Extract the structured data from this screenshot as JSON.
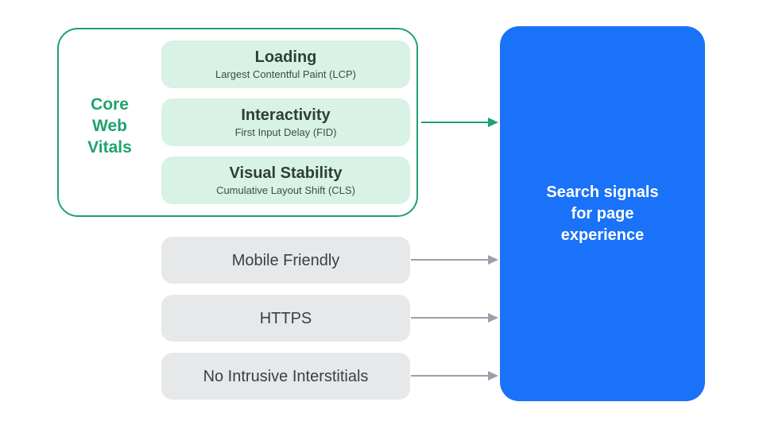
{
  "diagram_title": "Search signals for page experience",
  "colors": {
    "green_accent": "#1fa26e",
    "mint_pill_bg": "#d8f2e5",
    "blue_box_bg": "#1a72f8",
    "gray_pill_bg": "#e7e8e9",
    "gray_arrow": "#9aa0a6",
    "pill_title_text": "#2f3e38",
    "gray_pill_text": "#3c4043",
    "white_text": "#ffffff"
  },
  "core_web_vitals": {
    "label_lines": [
      "Core",
      "Web",
      "Vitals"
    ],
    "items": [
      {
        "title": "Loading",
        "subtitle": "Largest Contentful Paint (LCP)"
      },
      {
        "title": "Interactivity",
        "subtitle": "First Input Delay (FID)"
      },
      {
        "title": "Visual Stability",
        "subtitle": "Cumulative Layout Shift (CLS)"
      }
    ]
  },
  "other_signals": [
    {
      "label": "Mobile Friendly"
    },
    {
      "label": "HTTPS"
    },
    {
      "label": "No Intrusive Interstitials"
    }
  ],
  "result_box": {
    "lines": [
      "Search signals",
      "for page",
      "experience"
    ]
  }
}
